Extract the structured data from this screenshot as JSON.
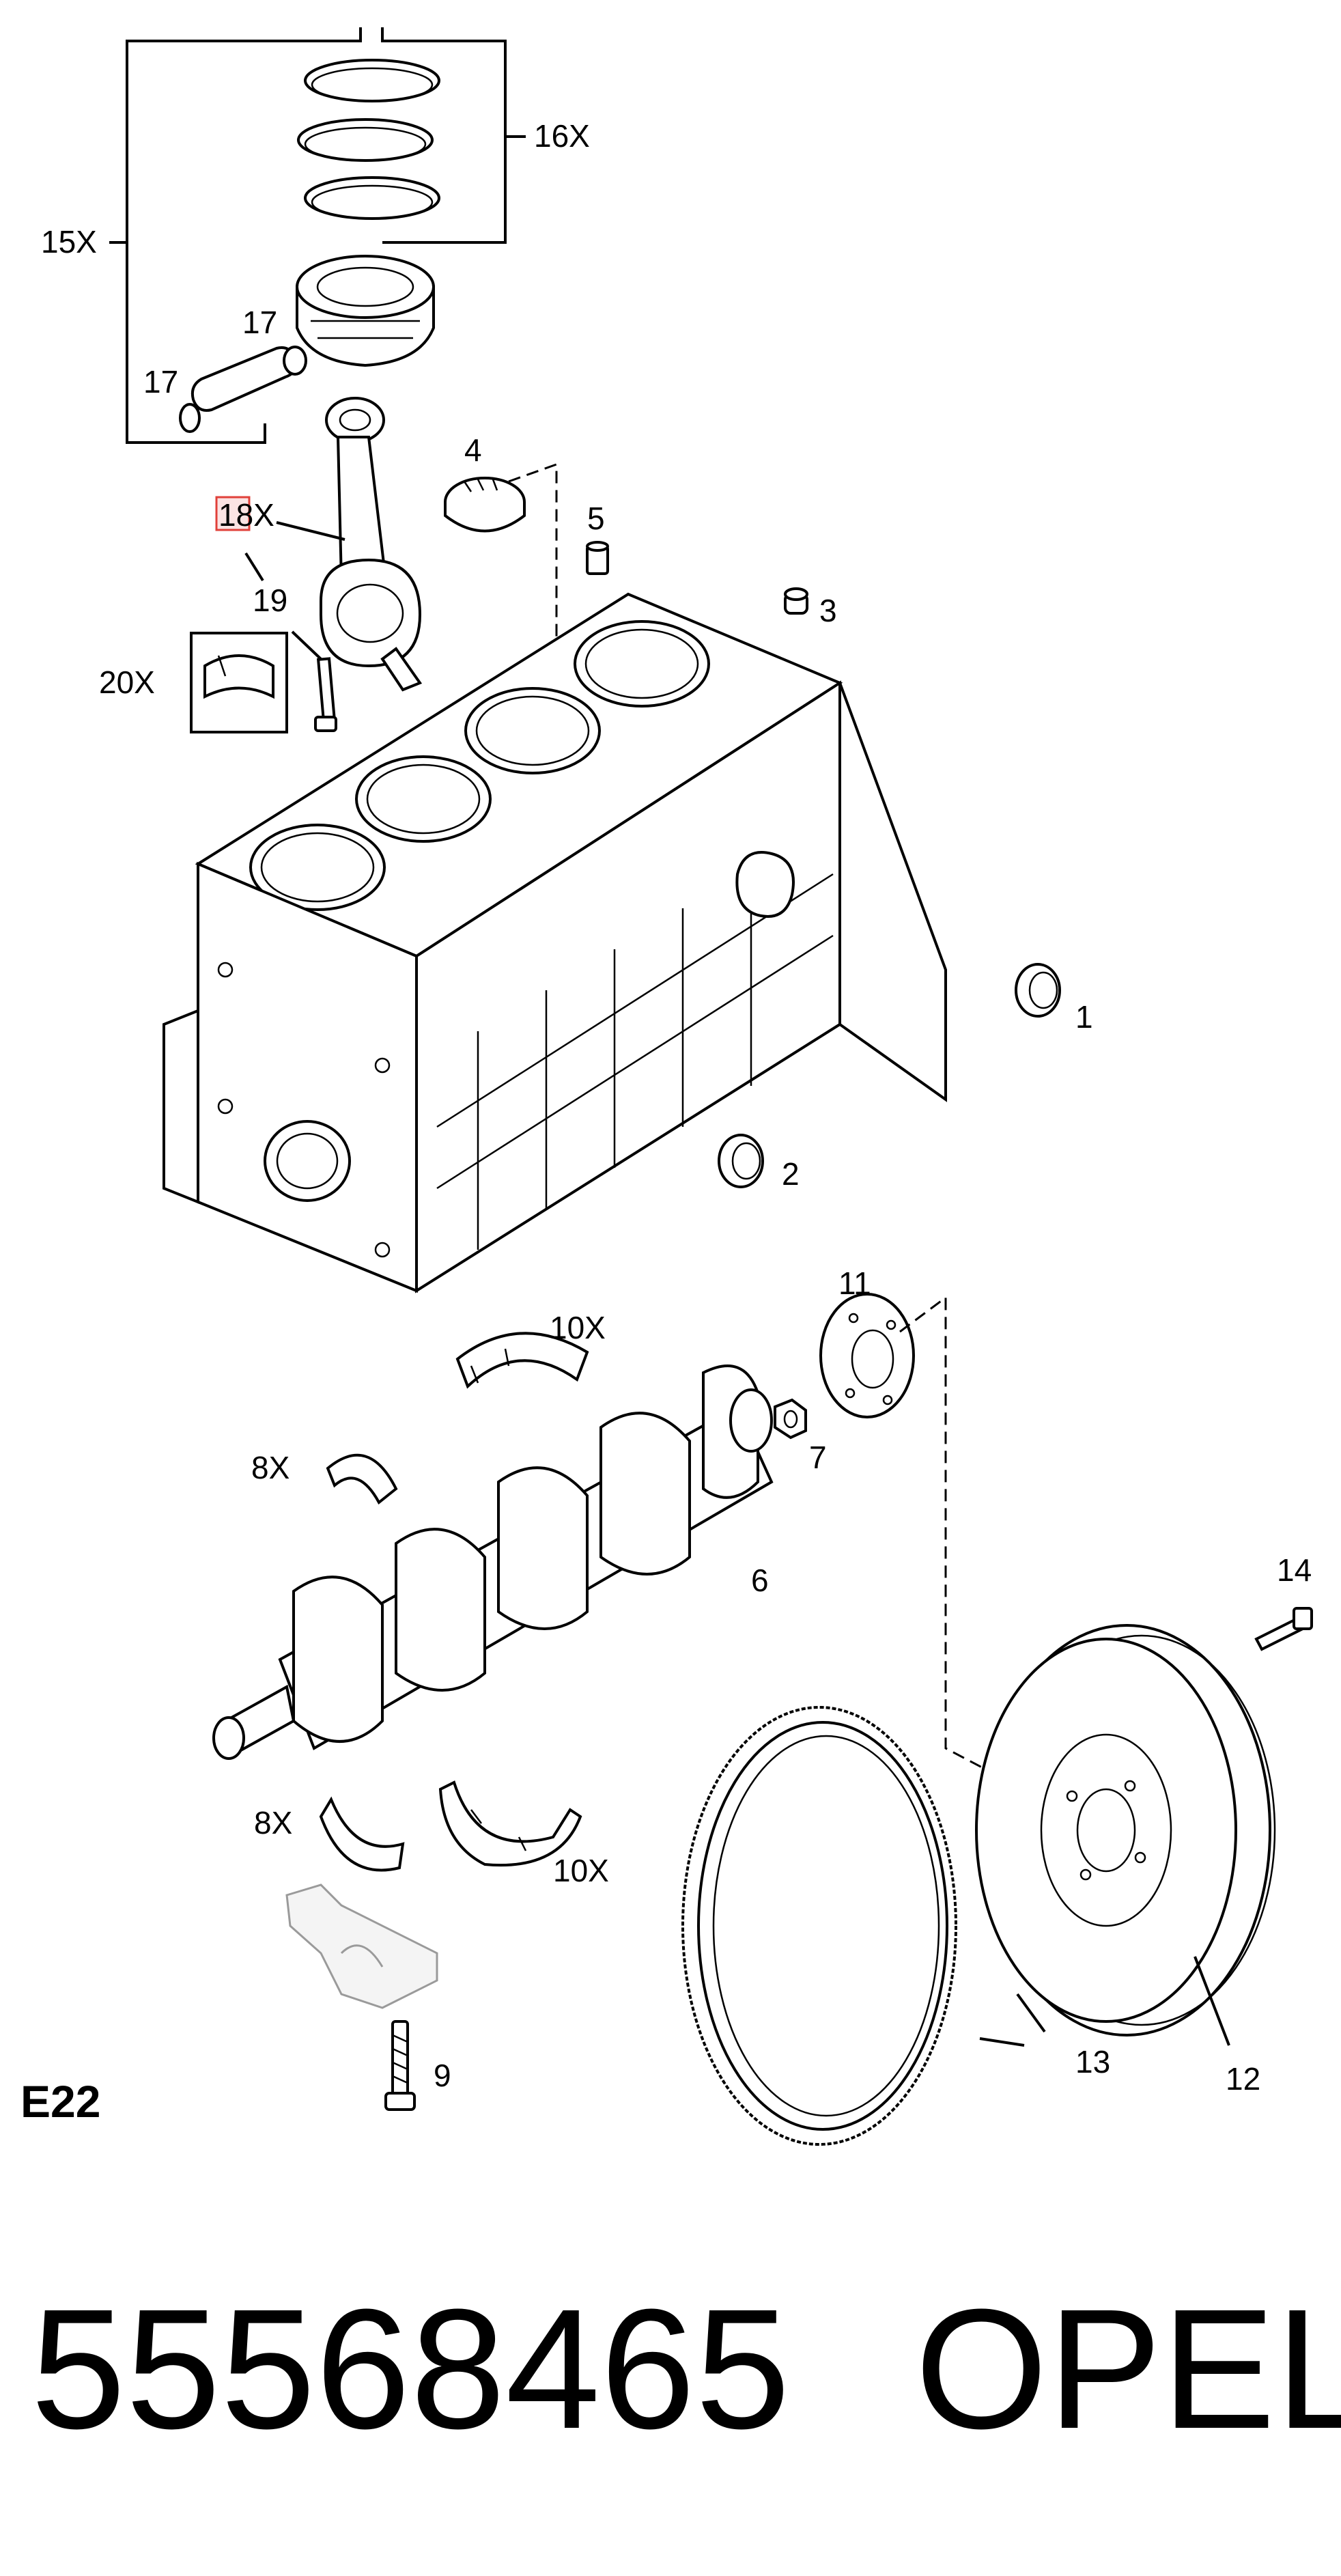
{
  "section_code": "E22",
  "part_number": "55568465",
  "brand": "OPEL",
  "callouts": [
    {
      "id": "c15x",
      "label": "15X"
    },
    {
      "id": "c16x",
      "label": "16X"
    },
    {
      "id": "c17a",
      "label": "17"
    },
    {
      "id": "c17b",
      "label": "17"
    },
    {
      "id": "c18x",
      "label": "18X",
      "highlighted": true
    },
    {
      "id": "c19",
      "label": "19"
    },
    {
      "id": "c20x",
      "label": "20X"
    },
    {
      "id": "c4",
      "label": "4"
    },
    {
      "id": "c5",
      "label": "5"
    },
    {
      "id": "c3",
      "label": "3"
    },
    {
      "id": "c1",
      "label": "1"
    },
    {
      "id": "c2",
      "label": "2"
    },
    {
      "id": "c11",
      "label": "11"
    },
    {
      "id": "c10xa",
      "label": "10X"
    },
    {
      "id": "c7",
      "label": "7"
    },
    {
      "id": "c8xa",
      "label": "8X"
    },
    {
      "id": "c6",
      "label": "6"
    },
    {
      "id": "c14",
      "label": "14"
    },
    {
      "id": "c8xb",
      "label": "8X"
    },
    {
      "id": "c10xb",
      "label": "10X"
    },
    {
      "id": "c9",
      "label": "9"
    },
    {
      "id": "c13",
      "label": "13"
    },
    {
      "id": "c12",
      "label": "12"
    }
  ],
  "colors": {
    "line": "#000000",
    "highlight": "#e0403a",
    "highlight_fill": "#fbe3e3",
    "ghost_part": "#9a9a9a"
  }
}
